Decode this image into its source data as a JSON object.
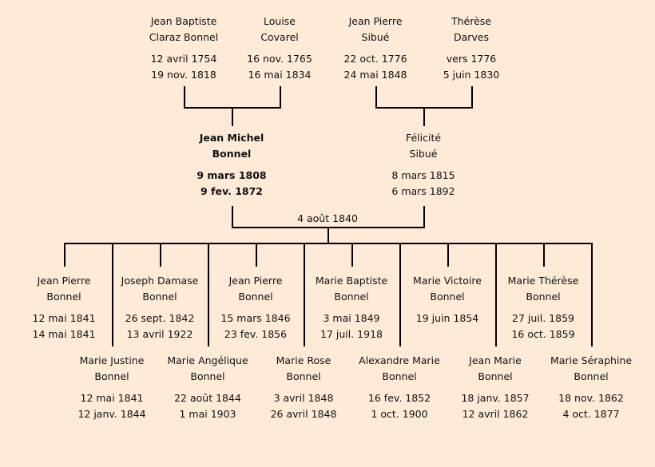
{
  "paternal_grandparents": [
    {
      "name1": "Jean Baptiste",
      "name2": "Claraz Bonnel",
      "birth": "12 avril 1754",
      "death": "19 nov. 1818"
    },
    {
      "name1": "Louise",
      "name2": "Covarel",
      "birth": "16 nov. 1765",
      "death": "16 mai 1834"
    }
  ],
  "maternal_grandparents": [
    {
      "name1": "Jean Pierre",
      "name2": "Sibué",
      "birth": "22 oct. 1776",
      "death": "24 mai 1848"
    },
    {
      "name1": "Thérèse",
      "name2": "Darves",
      "birth": "vers 1776",
      "death": "5 juin 1830"
    }
  ],
  "couple": [
    {
      "name1": "Jean Michel",
      "name2": "Bonnel",
      "birth": "9 mars 1808",
      "death": "9 fev. 1872",
      "highlight": true
    },
    {
      "name1": "Félicité",
      "name2": "Sibué",
      "birth": "8 mars 1815",
      "death": "6 mars 1892"
    }
  ],
  "marriage_date": "4 août 1840",
  "children": [
    {
      "name1": "Jean Pierre",
      "name2": "Bonnel",
      "birth": "12 mai 1841",
      "death": "14 mai 1841"
    },
    {
      "name1": "Marie Justine",
      "name2": "Bonnel",
      "birth": "12 mai 1841",
      "death": "12 janv. 1844"
    },
    {
      "name1": "Joseph Damase",
      "name2": "Bonnel",
      "birth": "26 sept. 1842",
      "death": "13 avril 1922"
    },
    {
      "name1": "Marie Angélique",
      "name2": "Bonnel",
      "birth": "22 août 1844",
      "death": "1 mai 1903"
    },
    {
      "name1": "Jean Pierre",
      "name2": "Bonnel",
      "birth": "15 mars 1846",
      "death": "23 fev. 1856"
    },
    {
      "name1": "Marie Rose",
      "name2": "Bonnel",
      "birth": "3 avril 1848",
      "death": "26 avril 1848"
    },
    {
      "name1": "Marie Baptiste",
      "name2": "Bonnel",
      "birth": "3 mai 1849",
      "death": "17 juil. 1918"
    },
    {
      "name1": "Alexandre Marie",
      "name2": "Bonnel",
      "birth": "16 fev. 1852",
      "death": "1 oct. 1900"
    },
    {
      "name1": "Marie Victoire",
      "name2": "Bonnel",
      "birth": "19 juin 1854",
      "death": ""
    },
    {
      "name1": "Jean Marie",
      "name2": "Bonnel",
      "birth": "18 janv. 1857",
      "death": "12 avril 1862"
    },
    {
      "name1": "Marie Thérèse",
      "name2": "Bonnel",
      "birth": "27 juil. 1859",
      "death": "16 oct. 1859"
    },
    {
      "name1": "Marie Séraphine",
      "name2": "Bonnel",
      "birth": "18 nov. 1862",
      "death": "4 oct. 1877"
    }
  ],
  "colors": {
    "background": "#fdebd8",
    "line": "#000000"
  }
}
